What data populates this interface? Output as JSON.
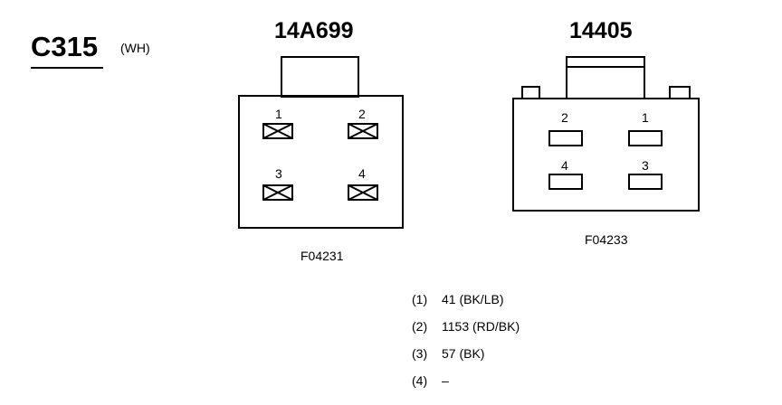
{
  "connector": {
    "id": "C315",
    "color": "(WH)"
  },
  "left_view": {
    "part_number": "14A699",
    "figure_code": "F04231",
    "cavities": [
      "1",
      "2",
      "3",
      "4"
    ]
  },
  "right_view": {
    "part_number": "14405",
    "figure_code": "F04233",
    "cavities": [
      "2",
      "1",
      "4",
      "3"
    ]
  },
  "pinout": [
    {
      "num": "(1)",
      "circuit": "41 (BK/LB)"
    },
    {
      "num": "(2)",
      "circuit": "1153 (RD/BK)"
    },
    {
      "num": "(3)",
      "circuit": "57 (BK)"
    },
    {
      "num": "(4)",
      "circuit": "–"
    }
  ]
}
